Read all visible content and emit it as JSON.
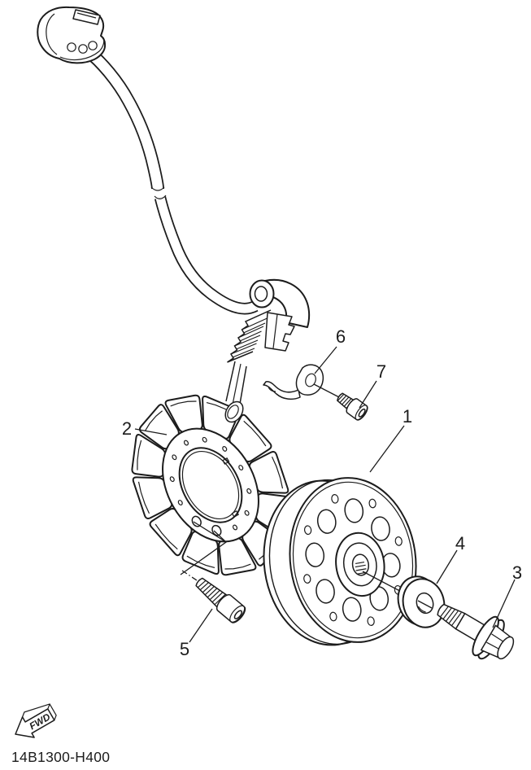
{
  "diagram": {
    "part_code": "14B1300-H400",
    "fwd_label": "FWD",
    "line_color": "#1c1c1c",
    "background_color": "#ffffff",
    "callouts": [
      {
        "number": "1"
      },
      {
        "number": "2"
      },
      {
        "number": "3"
      },
      {
        "number": "4"
      },
      {
        "number": "5"
      },
      {
        "number": "6"
      },
      {
        "number": "7"
      }
    ]
  }
}
